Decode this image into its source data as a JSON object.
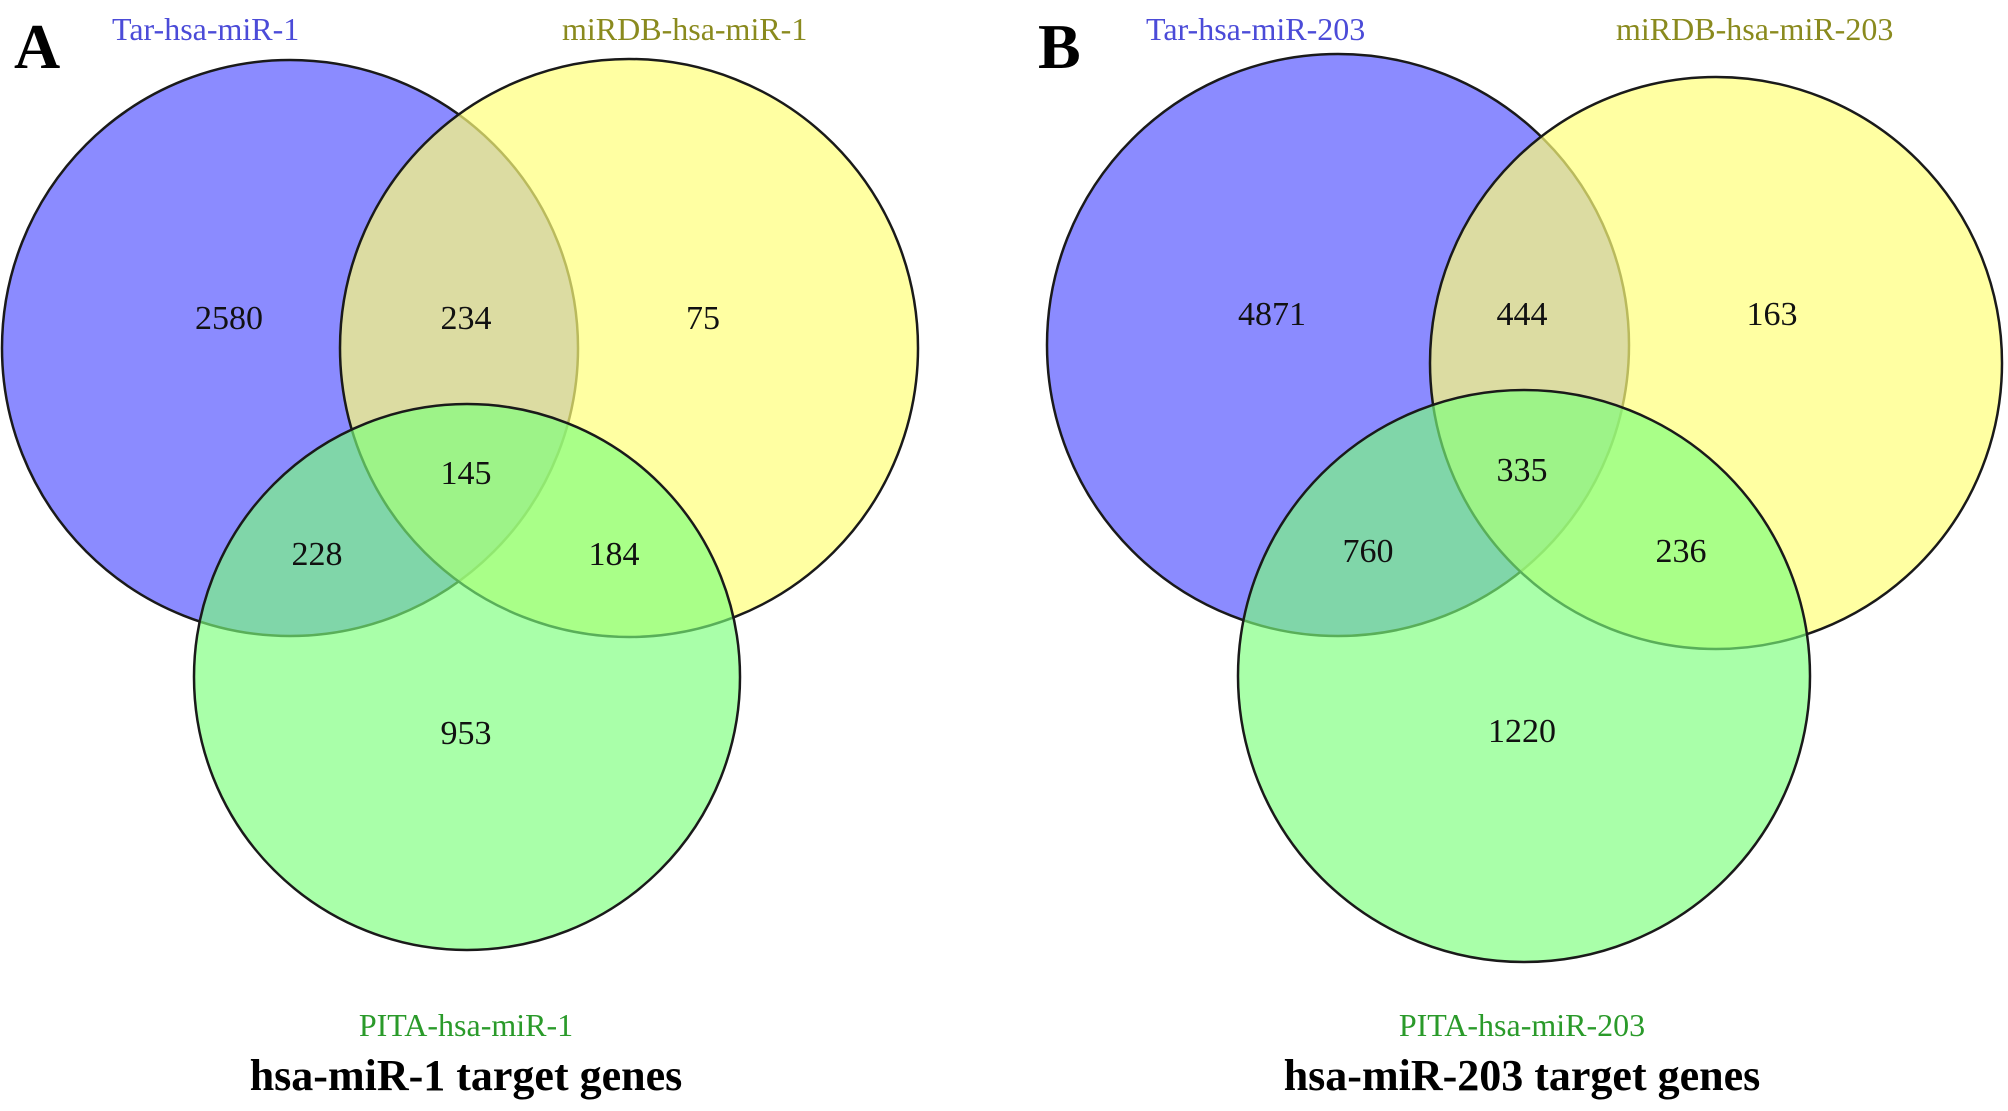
{
  "colors": {
    "tar": "#7b7bff",
    "mirdb": "#ffff7b",
    "pita": "#7bff7b",
    "tar_label": "#4b4bd8",
    "mirdb_label": "#8a8a1e",
    "pita_label": "#2a9a2a"
  },
  "panels": [
    {
      "letter": "A",
      "sets": {
        "tar": "Tar-hsa-miR-1",
        "mirdb": "miRDB-hsa-miR-1",
        "pita": "PITA-hsa-miR-1"
      },
      "counts": {
        "tar_only": "2580",
        "tar_mirdb": "234",
        "mirdb_only": "75",
        "all_three": "145",
        "tar_pita": "228",
        "mirdb_pita": "184",
        "pita_only": "953"
      },
      "caption": "hsa-miR-1 target genes"
    },
    {
      "letter": "B",
      "sets": {
        "tar": "Tar-hsa-miR-203",
        "mirdb": "miRDB-hsa-miR-203",
        "pita": "PITA-hsa-miR-203"
      },
      "counts": {
        "tar_only": "4871",
        "tar_mirdb": "444",
        "mirdb_only": "163",
        "all_three": "335",
        "tar_pita": "760",
        "mirdb_pita": "236",
        "pita_only": "1220"
      },
      "caption": "hsa-miR-203 target genes"
    }
  ]
}
